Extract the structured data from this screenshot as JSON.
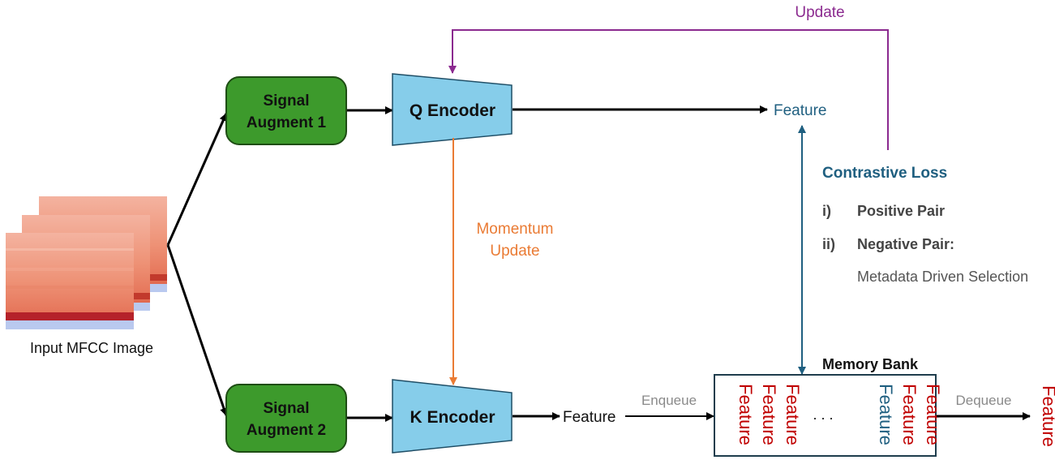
{
  "diagram": {
    "input_label": "Input MFCC Image",
    "augment1": {
      "line1": "Signal",
      "line2": "Augment 1"
    },
    "augment2": {
      "line1": "Signal",
      "line2": "Augment 2"
    },
    "q_encoder": "Q Encoder",
    "k_encoder": "K Encoder",
    "update_label": "Update",
    "momentum": {
      "line1": "Momentum",
      "line2": "Update"
    },
    "q_feature": "Feature",
    "k_feature": "Feature",
    "contrastive": {
      "title": "Contrastive Loss",
      "item1_num": "i)",
      "item1_text": "Positive Pair",
      "item2_num": "ii)",
      "item2_text": "Negative Pair:",
      "item2_sub": "Metadata Driven Selection"
    },
    "memory_bank": {
      "title": "Memory Bank",
      "feature": "Feature",
      "ellipsis": ". . ."
    },
    "enqueue": "Enqueue",
    "dequeue": "Dequeue",
    "dequeued_feature": "Feature"
  },
  "colors": {
    "augment_fill": "#3d9a2c",
    "encoder_fill": "#86cdea",
    "update_purple": "#8b2a8f",
    "momentum_orange": "#ea7b34",
    "feature_blue": "#1f5f80",
    "feature_red": "#c00000",
    "gray_text": "#8a8a8a"
  }
}
